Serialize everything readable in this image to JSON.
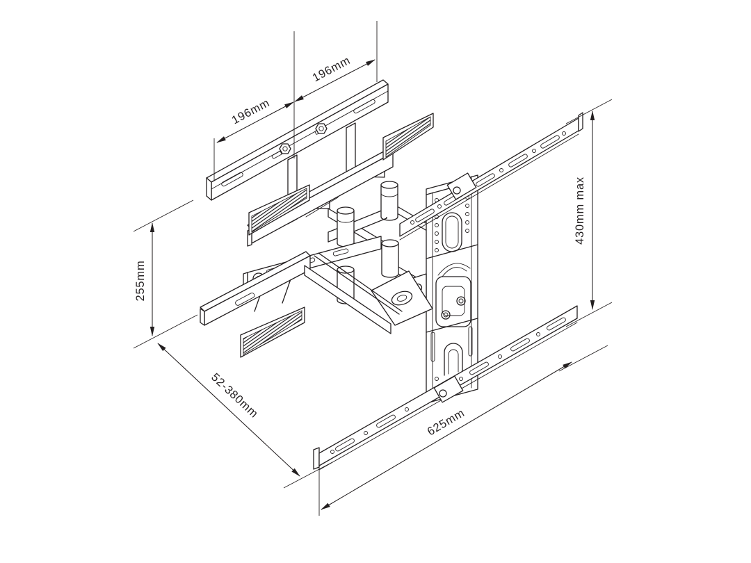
{
  "figure": {
    "subject": "articulating-tv-wall-mount-isometric-drawing",
    "background_color": "#ffffff",
    "line_color": "#231f20"
  },
  "dimension_labels": {
    "top_left_segment": "196mm",
    "top_right_segment": "196mm",
    "left_height": "255mm",
    "extension_depth": "52-380mm",
    "bottom_width": "625mm",
    "right_height": "430mm max"
  }
}
